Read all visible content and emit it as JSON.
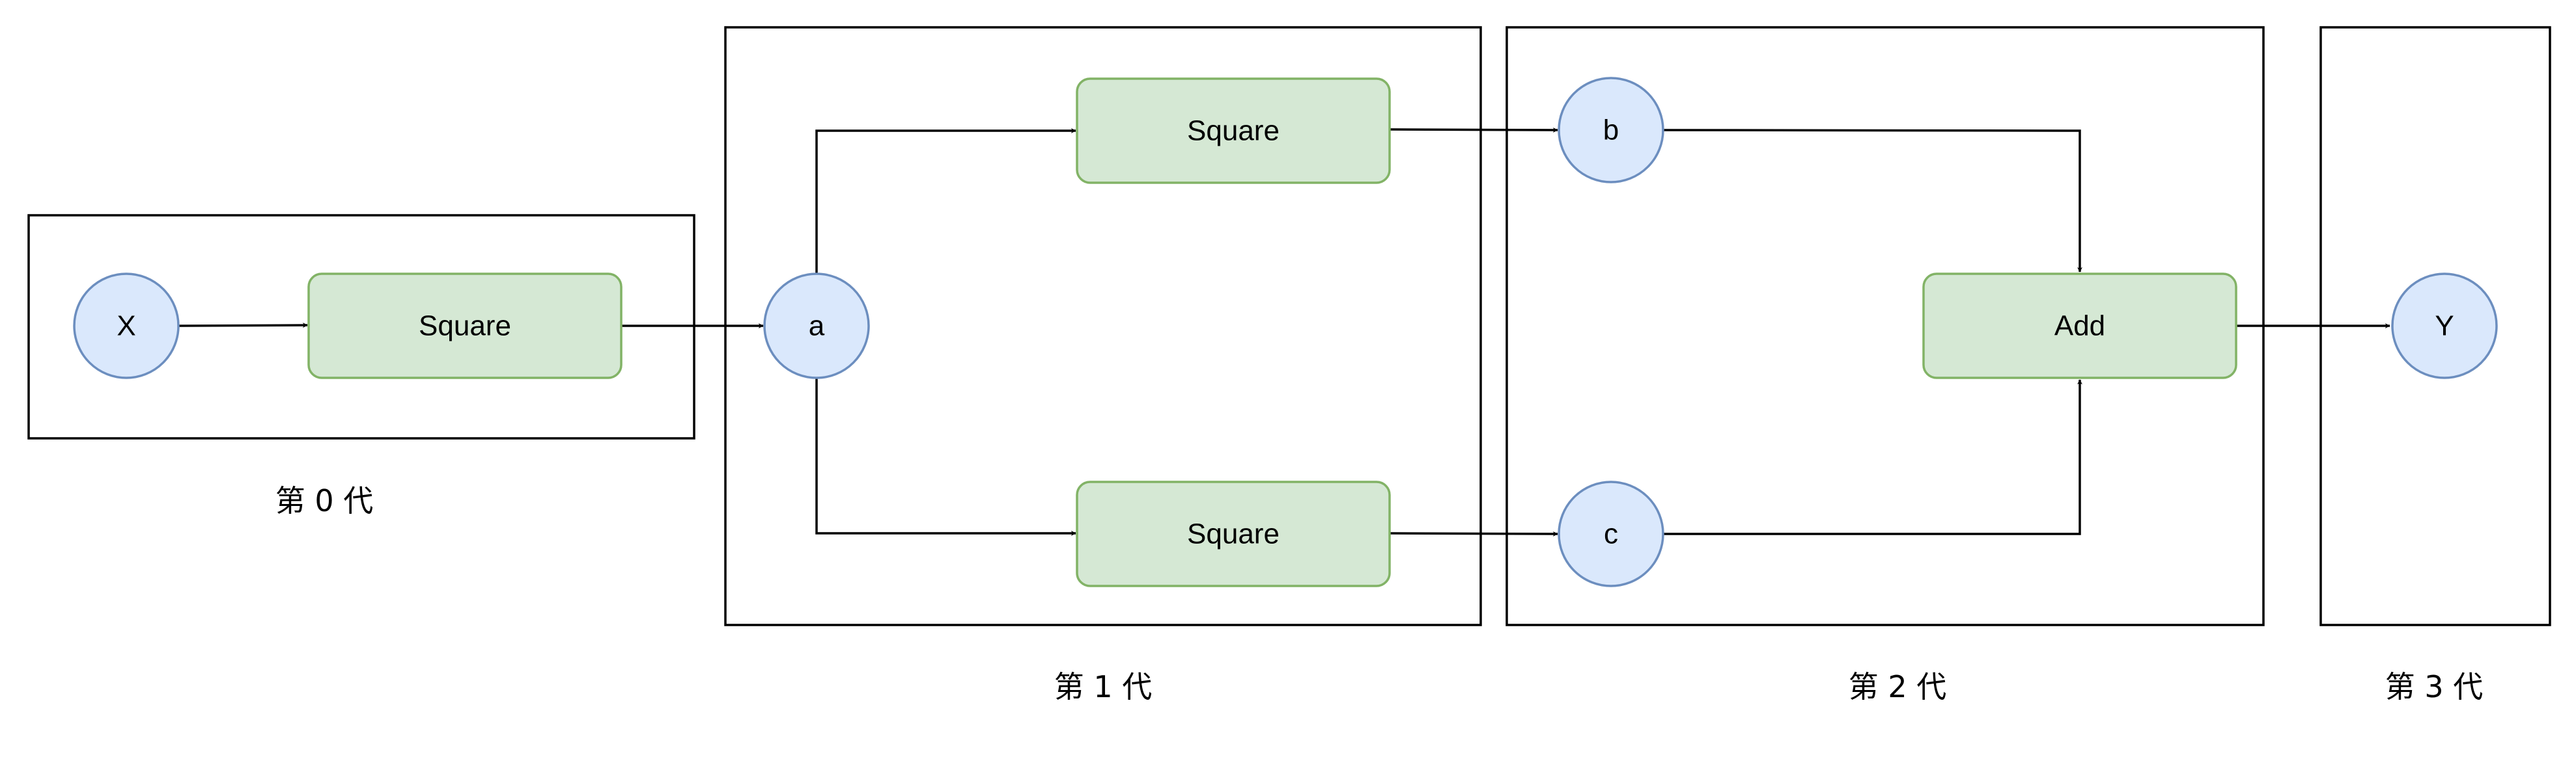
{
  "colors": {
    "variable_fill": "#dae8fc",
    "variable_stroke": "#6c8ebf",
    "operation_fill": "#d5e8d4",
    "operation_stroke": "#82b366",
    "line": "#000000"
  },
  "generations": [
    {
      "id": "gen0",
      "label": "第 0 代"
    },
    {
      "id": "gen1",
      "label": "第 1 代"
    },
    {
      "id": "gen2",
      "label": "第 2 代"
    },
    {
      "id": "gen3",
      "label": "第 3 代"
    }
  ],
  "variables": [
    {
      "id": "X",
      "label": "X"
    },
    {
      "id": "a",
      "label": "a"
    },
    {
      "id": "b",
      "label": "b"
    },
    {
      "id": "c",
      "label": "c"
    },
    {
      "id": "Y",
      "label": "Y"
    }
  ],
  "operations": [
    {
      "id": "sq0",
      "label": "Square"
    },
    {
      "id": "sq1",
      "label": "Square"
    },
    {
      "id": "sq2",
      "label": "Square"
    },
    {
      "id": "add",
      "label": "Add"
    }
  ],
  "edges": [
    {
      "from": "X",
      "to": "sq0"
    },
    {
      "from": "sq0",
      "to": "a"
    },
    {
      "from": "a",
      "to": "sq1"
    },
    {
      "from": "a",
      "to": "sq2"
    },
    {
      "from": "sq1",
      "to": "b"
    },
    {
      "from": "sq2",
      "to": "c"
    },
    {
      "from": "b",
      "to": "add"
    },
    {
      "from": "c",
      "to": "add"
    },
    {
      "from": "add",
      "to": "Y"
    }
  ]
}
